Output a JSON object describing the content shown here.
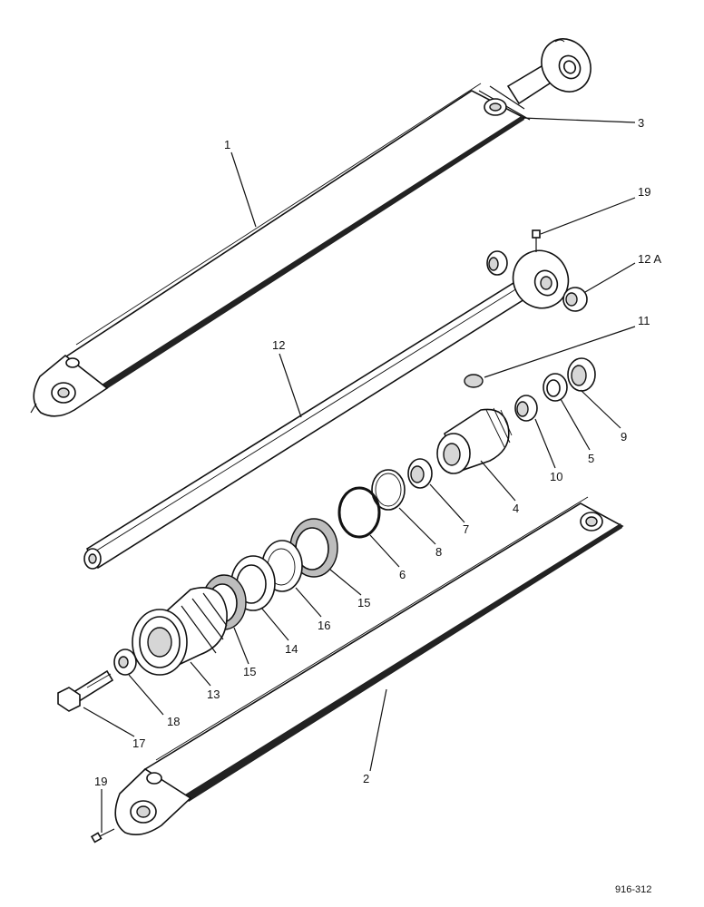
{
  "drawing_code": "916-312",
  "callouts": [
    {
      "id": "c1",
      "text": "1"
    },
    {
      "id": "c2",
      "text": "2"
    },
    {
      "id": "c3",
      "text": "3"
    },
    {
      "id": "c4",
      "text": "4"
    },
    {
      "id": "c5",
      "text": "5"
    },
    {
      "id": "c6",
      "text": "6"
    },
    {
      "id": "c7",
      "text": "7"
    },
    {
      "id": "c8",
      "text": "8"
    },
    {
      "id": "c9",
      "text": "9"
    },
    {
      "id": "c10",
      "text": "10"
    },
    {
      "id": "c11",
      "text": "11"
    },
    {
      "id": "c12",
      "text": "12"
    },
    {
      "id": "c12a",
      "text": "12 A"
    },
    {
      "id": "c13",
      "text": "13"
    },
    {
      "id": "c14",
      "text": "14"
    },
    {
      "id": "c15a",
      "text": "15"
    },
    {
      "id": "c15b",
      "text": "15"
    },
    {
      "id": "c16",
      "text": "16"
    },
    {
      "id": "c17",
      "text": "17"
    },
    {
      "id": "c18",
      "text": "18"
    },
    {
      "id": "c19a",
      "text": "19"
    },
    {
      "id": "c19b",
      "text": "19"
    }
  ]
}
